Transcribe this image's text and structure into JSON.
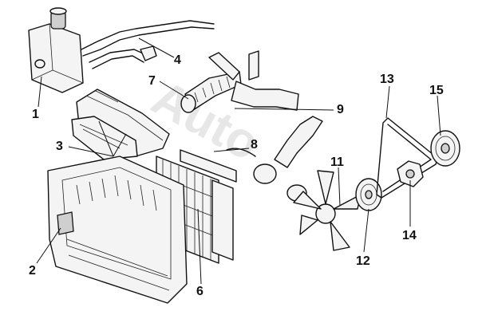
{
  "callouts": {
    "c1": "1",
    "c2": "2",
    "c3": "3",
    "c4": "4",
    "c6": "6",
    "c7": "7",
    "c8": "8",
    "c9": "9",
    "c11": "11",
    "c12": "12",
    "c13": "13",
    "c14": "14",
    "c15": "15"
  },
  "watermark": "Auto"
}
